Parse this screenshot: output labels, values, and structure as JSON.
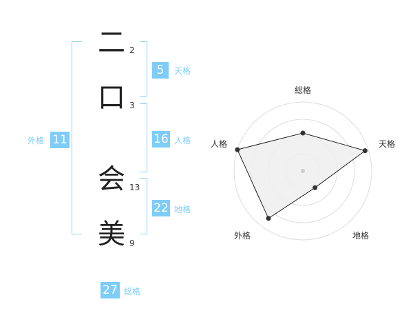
{
  "name": {
    "chars": [
      {
        "char": "二",
        "strokes": "2"
      },
      {
        "char": "口",
        "strokes": "3"
      },
      {
        "char": "会",
        "strokes": "13"
      },
      {
        "char": "美",
        "strokes": "9"
      }
    ]
  },
  "kaku": {
    "tenkaku": {
      "value": "5",
      "label": "天格"
    },
    "jinkaku": {
      "value": "16",
      "label": "人格"
    },
    "chikaku": {
      "value": "22",
      "label": "地格"
    },
    "gaikaku": {
      "value": "11",
      "label": "外格"
    },
    "soukaku": {
      "value": "27",
      "label": "総格"
    }
  },
  "colors": {
    "accent": "#7ecdf8",
    "bracket": "#8ccdf2",
    "radar_fill": "#efefef"
  },
  "chart_data": {
    "type": "radar",
    "axes": [
      "総格",
      "天格",
      "地格",
      "外格",
      "人格"
    ],
    "values": [
      0.55,
      0.95,
      0.3,
      0.85,
      1.0
    ],
    "max": 1,
    "rings": 4
  }
}
